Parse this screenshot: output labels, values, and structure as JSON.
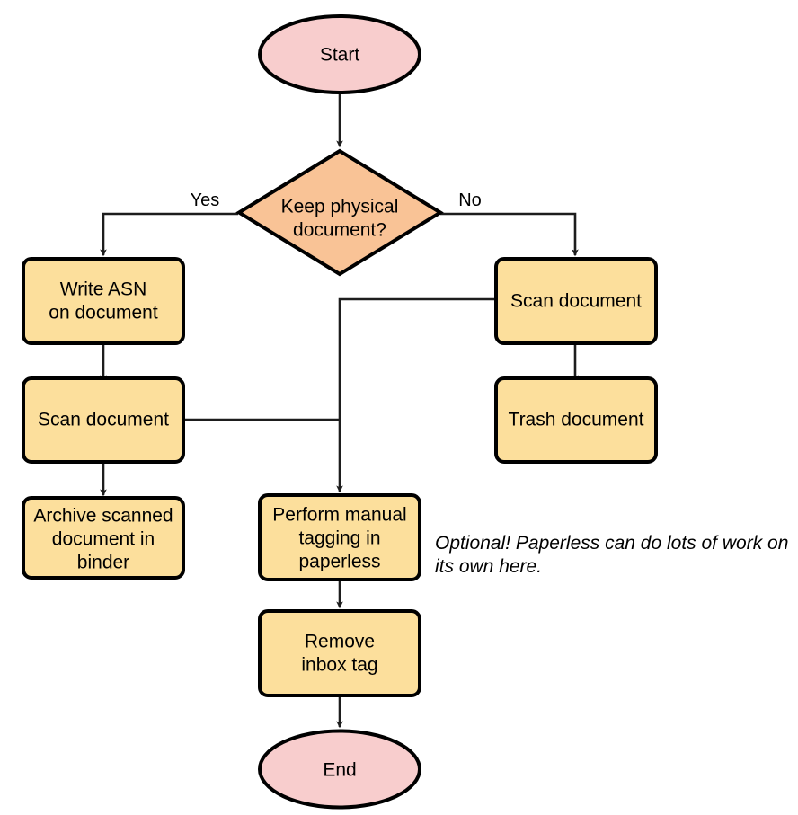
{
  "diagram": {
    "type": "flowchart",
    "orientation": "top-to-bottom",
    "background_color": "#ffffff",
    "palette": {
      "terminator_fill": "#f8cdcd",
      "process_fill": "#fcdf9c",
      "decision_fill": "#f9c396",
      "stroke": "#000000",
      "edge_stroke": "#1d1d1d",
      "text": "#000000"
    },
    "nodes": [
      {
        "id": "start",
        "shape": "ellipse",
        "label": "Start"
      },
      {
        "id": "decision",
        "shape": "diamond",
        "label_line1": "Keep physical",
        "label_line2": "document?"
      },
      {
        "id": "write_asn",
        "shape": "process",
        "label_line1": "Write ASN",
        "label_line2": "on document"
      },
      {
        "id": "scan_left",
        "shape": "process",
        "label_line1": "Scan document"
      },
      {
        "id": "archive",
        "shape": "process",
        "label_line1": "Archive scanned",
        "label_line2": "document in",
        "label_line3": "binder"
      },
      {
        "id": "scan_right",
        "shape": "process",
        "label_line1": "Scan document"
      },
      {
        "id": "trash",
        "shape": "process",
        "label_line1": "Trash document"
      },
      {
        "id": "manual_tagging",
        "shape": "process",
        "label_line1": "Perform manual",
        "label_line2": "tagging in",
        "label_line3": "paperless"
      },
      {
        "id": "remove_inbox",
        "shape": "process",
        "label_line1": "Remove",
        "label_line2": "inbox tag"
      },
      {
        "id": "end",
        "shape": "ellipse",
        "label": "End"
      }
    ],
    "edge_labels": {
      "yes": "Yes",
      "no": "No"
    },
    "annotations": {
      "optional_note_line1": "Optional! Paperless can do lots of work on",
      "optional_note_line2": "its own here."
    },
    "edges": [
      {
        "from": "start",
        "to": "decision",
        "label": ""
      },
      {
        "from": "decision",
        "to": "write_asn",
        "label": "Yes"
      },
      {
        "from": "decision",
        "to": "scan_right",
        "label": "No"
      },
      {
        "from": "write_asn",
        "to": "scan_left",
        "label": ""
      },
      {
        "from": "scan_left",
        "to": "archive",
        "label": ""
      },
      {
        "from": "scan_left",
        "to": "manual_tagging",
        "label": ""
      },
      {
        "from": "scan_right",
        "to": "trash",
        "label": ""
      },
      {
        "from": "scan_right",
        "to": "manual_tagging",
        "label": ""
      },
      {
        "from": "manual_tagging",
        "to": "remove_inbox",
        "label": ""
      },
      {
        "from": "remove_inbox",
        "to": "end",
        "label": ""
      }
    ]
  }
}
